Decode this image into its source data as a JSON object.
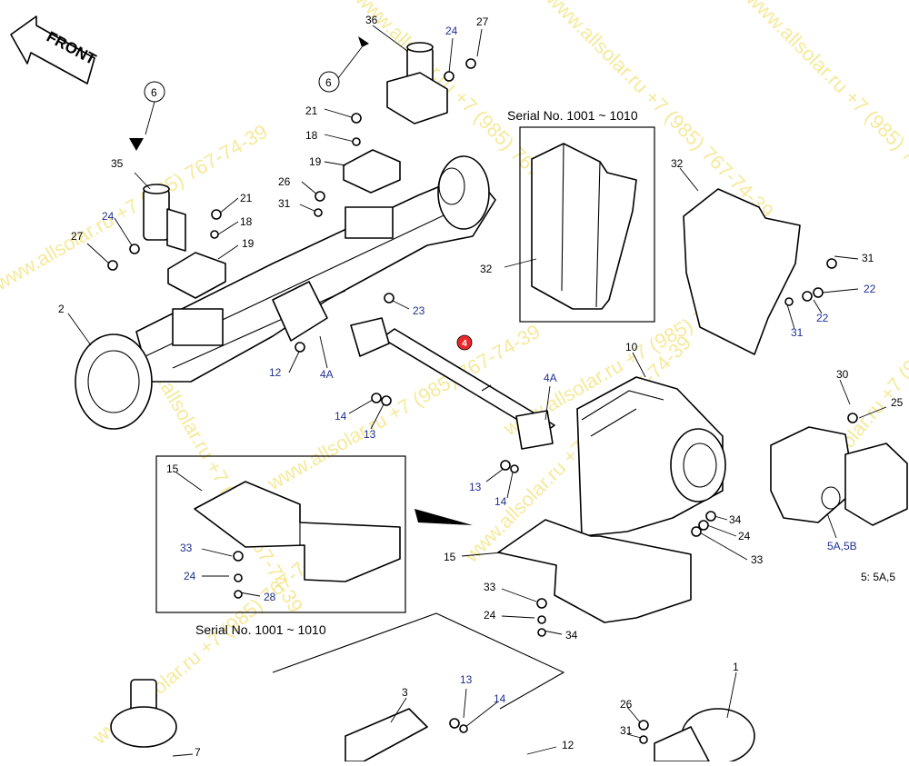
{
  "diagram": {
    "front_label": "FRONT",
    "inset_caption_top": "Serial No. 1001 ~ 1010",
    "inset_caption_bottom": "Serial No. 1001 ~ 1010",
    "note_label": "5: 5A,5",
    "watermark": "www.allsolar.ru +7 (985) 767-74-39",
    "highlight_callout": "4",
    "callouts": {
      "c36": "36",
      "c27a": "27",
      "c24a": "24",
      "c6a": "6",
      "c6b": "6",
      "c21a": "21",
      "c18a": "18",
      "c19a": "19",
      "c35": "35",
      "c26a": "26",
      "c31a": "31",
      "c21b": "21",
      "c18b": "18",
      "c24b": "24",
      "c27b": "27",
      "c19b": "19",
      "c2": "2",
      "c23": "23",
      "c12a": "12",
      "c4Aa": "4A",
      "c14a": "14",
      "c13a": "13",
      "c4Ab": "4A",
      "c13b": "13",
      "c14b": "14",
      "c10": "10",
      "c32a": "32",
      "c32b": "32",
      "c31b": "31",
      "c22a": "22",
      "c22b": "22",
      "c31c": "31",
      "c30": "30",
      "c25": "25",
      "c34a": "34",
      "c24c": "24",
      "c33a": "33",
      "c5A5B": "5A,5B",
      "c15a": "15",
      "c33b": "33",
      "c24d": "24",
      "c28": "28",
      "c15b": "15",
      "c33c": "33",
      "c24e": "24",
      "c34b": "34",
      "c3": "3",
      "c13c": "13",
      "c14c": "14",
      "c1": "1",
      "c26b": "26",
      "c31d": "31",
      "c12b": "12",
      "c7": "7"
    }
  }
}
